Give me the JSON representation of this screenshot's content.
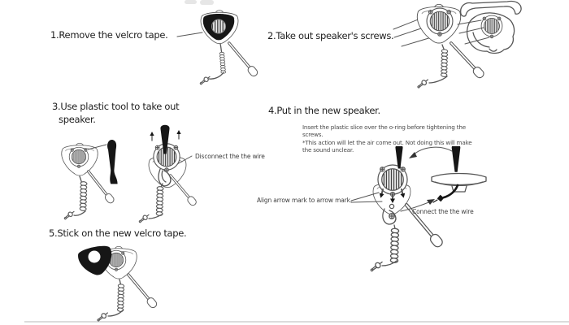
{
  "steps": {
    "step1": {
      "title": "1.Remove the velcro tape."
    },
    "step2": {
      "title": "2.Take out speaker's screws."
    },
    "step3": {
      "title_line1": "3.Use plastic tool to take out",
      "title_line2": "speaker.",
      "annotation_disconnect": "Disconnect the the wire"
    },
    "step4": {
      "title": "4.Put in the new speaker.",
      "note_lines": [
        "Insert the plastic slice over the o-ring before tightening the",
        "screws.",
        "*This action will let the air come out.  Not doing this will make",
        "the sound unclear."
      ],
      "annotation_align": "Align arrow mark to arrow mark.",
      "annotation_connect": "Connect the the wire"
    },
    "step5": {
      "title": "5.Stick on the new velcro tape."
    }
  },
  "colors": {
    "ink": "#1e1e1e",
    "line_art": "#565656",
    "solid_black": "#161616",
    "annotation": "#3d3d3d"
  }
}
